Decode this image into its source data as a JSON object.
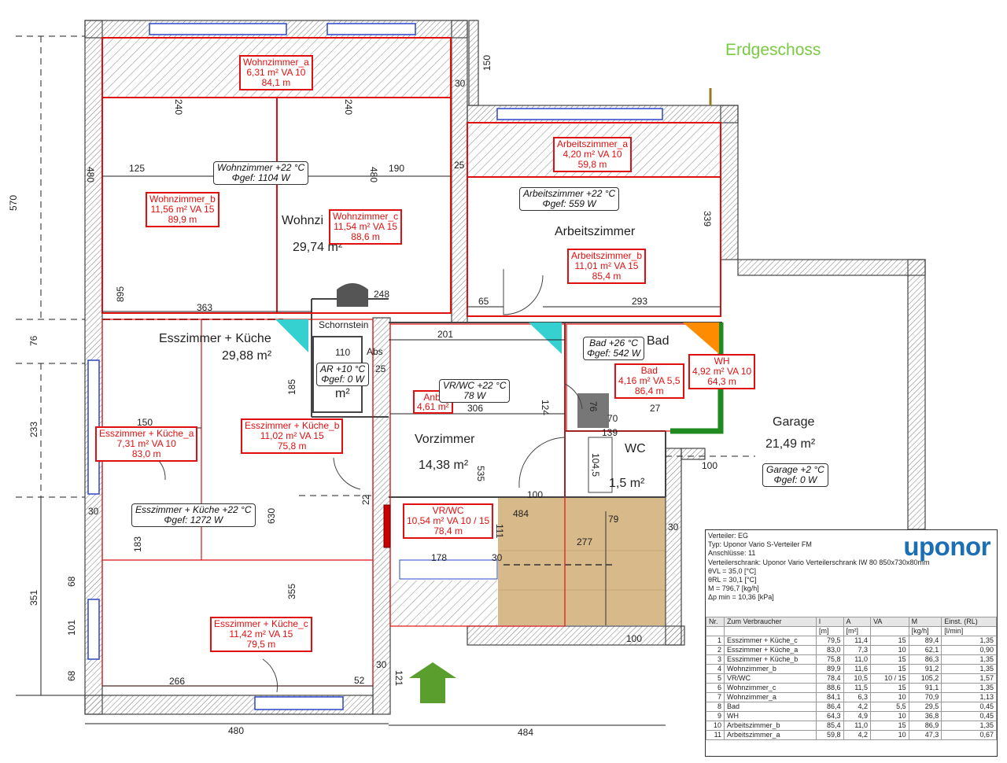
{
  "floor": {
    "title": "Erdgeschoss"
  },
  "colors": {
    "wall": "#444444",
    "zone": "#e01010",
    "accent_green": "#7ac943",
    "brand": "#1a6fb5",
    "floor_wood": "#d8b98a",
    "hatch": "#bbbbbb"
  },
  "rooms": {
    "wohnzimmer": {
      "name": "Wohnzi",
      "area": "29,74 m²"
    },
    "esszimmer": {
      "name": "Esszimmer + Küche",
      "area": "29,88 m²"
    },
    "arbeitszimmer": {
      "name": "Arbeitszimmer"
    },
    "vorzimmer": {
      "name": "Vorzimmer",
      "area": "14,38 m²"
    },
    "bad": {
      "name": "Bad"
    },
    "wc": {
      "name": "WC",
      "area": "1,5 m²"
    },
    "garage": {
      "name": "Garage",
      "area": "21,49 m²"
    },
    "schornstein": {
      "name": "Schornstein"
    },
    "ar": {
      "area": "m²",
      "label": "Abs"
    }
  },
  "zones": {
    "wohnzimmer_a": {
      "l1": "Wohnzimmer_a",
      "l2": "6,31 m²  VA 10",
      "l3": "84,1 m"
    },
    "wohnzimmer_b": {
      "l1": "Wohnzimmer_b",
      "l2": "11,56 m²  VA 15",
      "l3": "89,9 m"
    },
    "wohnzimmer_c": {
      "l1": "Wohnzimmer_c",
      "l2": "11,54 m²  VA 15",
      "l3": "88,6 m"
    },
    "arbeitszimmer_a": {
      "l1": "Arbeitszimmer_a",
      "l2": "4,20 m²  VA 10",
      "l3": "59,8 m"
    },
    "arbeitszimmer_b": {
      "l1": "Arbeitszimmer_b",
      "l2": "11,01 m²  VA 15",
      "l3": "85,4 m"
    },
    "esszimmer_a": {
      "l1": "Esszimmer + Küche_a",
      "l2": "7,31 m²  VA 10",
      "l3": "83,0 m"
    },
    "esszimmer_b": {
      "l1": "Esszimmer + Küche_b",
      "l2": "11,02 m²  VA 15",
      "l3": "75,8 m"
    },
    "esszimmer_c": {
      "l1": "Esszimmer + Küche_c",
      "l2": "11,42 m²  VA 15",
      "l3": "79,5 m"
    },
    "vrwc": {
      "l1": "VR/WC",
      "l2": "10,54 m²  VA 10 / 15",
      "l3": "78,4 m"
    },
    "bad": {
      "l1": "Bad",
      "l2": "4,16 m²  VA 5,5",
      "l3": "86,4 m"
    },
    "wh": {
      "l1": "WH",
      "l2": "4,92 m²  VA 10",
      "l3": "64,3 m"
    },
    "anbl": {
      "l1": "Anbl",
      "l2": "4,61 m²"
    }
  },
  "tags": {
    "wohnzimmer": {
      "l1": "Wohnzimmer  +22 °C",
      "l2": "Φgef: 1104 W"
    },
    "arbeitszimmer": {
      "l1": "Arbeitszimmer  +22 °C",
      "l2": "Φgef: 559 W"
    },
    "esszimmer": {
      "l1": "Esszimmer + Küche  +22 °C",
      "l2": "Φgef: 1272 W"
    },
    "vrwc": {
      "l1": "VR/WC  +22 °C",
      "l2": "78 W"
    },
    "bad": {
      "l1": "Bad  +26 °C",
      "l2": "Φgef: 542 W"
    },
    "ar": {
      "l1": "AR  +10 °C",
      "l2": "Φgef: 0 W"
    },
    "garage": {
      "l1": "Garage  +2 °C",
      "l2": "Φgef: 0 W"
    }
  },
  "dims": {
    "d570": "570",
    "d150": "150",
    "d30a": "30",
    "d240a": "240",
    "d240b": "240",
    "d480v": "480",
    "d480b": "480",
    "d125": "125",
    "d190": "190",
    "d25a": "25",
    "d339": "339",
    "d895": "895",
    "d363": "363",
    "d248": "248",
    "d65": "65",
    "d293": "293",
    "d76": "76",
    "d201": "201",
    "d110": "110",
    "d25b": "25",
    "d185": "185",
    "d306": "306",
    "d124": "124",
    "d70": "70",
    "d27": "27",
    "d233": "233",
    "d150b": "150",
    "d139": "139",
    "d104": "104,5",
    "d100a": "100",
    "d535": "535",
    "d630": "630",
    "d22": "22",
    "d30b": "30",
    "d484": "484",
    "d79": "79",
    "d111": "111",
    "d277": "277",
    "d183": "183",
    "d178": "178",
    "d30c": "30",
    "d30d": "30",
    "d351": "351",
    "d68a": "68",
    "d101": "101",
    "d68b": "68",
    "d355": "355",
    "d100b": "100",
    "d266": "266",
    "d52": "52",
    "d30e": "30",
    "d121": "121",
    "d480c": "480",
    "d484b": "484",
    "d100c": "100",
    "d76b": "76"
  },
  "manifold": {
    "logo": "uponor",
    "info": [
      "Verteiler: EG",
      "Typ: Uponor Vario S-Verteiler FM",
      "Anschlüsse: 11",
      "Verteilerschrank: Uponor Vario Verteilerschrank IW 80 850x730x80mm",
      "θVL = 35,0 [°C]",
      "θRL = 30,1 [°C]",
      "M = 796,7 [kg/h]",
      "Δp min = 10,36 [kPa]"
    ],
    "headers": [
      "Nr.",
      "Zum Verbraucher",
      "l",
      "A",
      "VA",
      "M",
      "Einst. (RL)"
    ],
    "units": [
      "",
      "",
      "[m]",
      "[m²]",
      "",
      "[kg/h]",
      "[l/min]"
    ],
    "rows": [
      [
        "1",
        "Esszimmer + Küche_c",
        "79,5",
        "11,4",
        "15",
        "89,4",
        "1,35"
      ],
      [
        "2",
        "Esszimmer + Küche_a",
        "83,0",
        "7,3",
        "10",
        "62,1",
        "0,90"
      ],
      [
        "3",
        "Esszimmer + Küche_b",
        "75,8",
        "11,0",
        "15",
        "86,3",
        "1,35"
      ],
      [
        "4",
        "Wohnzimmer_b",
        "89,9",
        "11,6",
        "15",
        "91,2",
        "1,35"
      ],
      [
        "5",
        "VR/WC",
        "78,4",
        "10,5",
        "10 / 15",
        "105,2",
        "1,57"
      ],
      [
        "6",
        "Wohnzimmer_c",
        "88,6",
        "11,5",
        "15",
        "91,1",
        "1,35"
      ],
      [
        "7",
        "Wohnzimmer_a",
        "84,1",
        "6,3",
        "10",
        "70,9",
        "1,13"
      ],
      [
        "8",
        "Bad",
        "86,4",
        "4,2",
        "5,5",
        "29,5",
        "0,45"
      ],
      [
        "9",
        "WH",
        "64,3",
        "4,9",
        "10",
        "36,8",
        "0,45"
      ],
      [
        "10",
        "Arbeitszimmer_b",
        "85,4",
        "11,0",
        "15",
        "86,9",
        "1,35"
      ],
      [
        "11",
        "Arbeitszimmer_a",
        "59,8",
        "4,2",
        "10",
        "47,3",
        "0,67"
      ]
    ]
  }
}
